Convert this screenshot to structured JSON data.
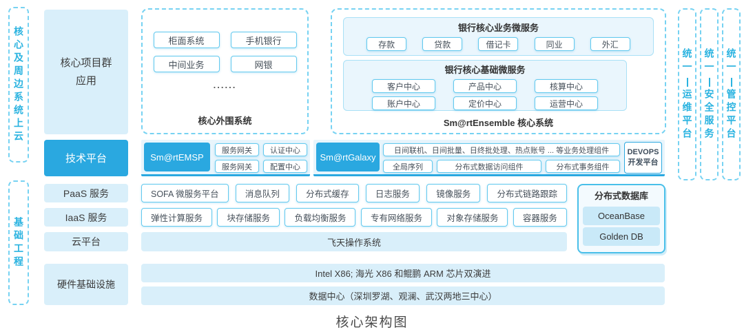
{
  "caption": "核心架构图",
  "colors": {
    "accent": "#2AA8E0",
    "light_fill": "#D9EFFA",
    "dashed_border": "#76D2F2",
    "rail_text": "#2BB3E0"
  },
  "left_rails": {
    "top": "核心及周边系统上云",
    "bottom": "基础工程"
  },
  "right_rails": [
    {
      "prefix": "统一",
      "label": "运维平台"
    },
    {
      "prefix": "统一",
      "label": "安全服务"
    },
    {
      "prefix": "统一",
      "label": "管控平台"
    }
  ],
  "side_column": {
    "apps": "核心项目群应用",
    "tech": "技术平台",
    "paas": "PaaS 服务",
    "iaas": "IaaS 服务",
    "cloud": "云平台",
    "hardware": "硬件基础设施"
  },
  "peripheral": {
    "label": "核心外围系统",
    "buttons": [
      "柜面系统",
      "手机银行",
      "中间业务",
      "网银"
    ],
    "ellipsis": "......"
  },
  "ensemble": {
    "label": "Sm@rtEnsemble 核心系统",
    "business": {
      "title": "银行核心业务微服务",
      "buttons": [
        "存款",
        "贷款",
        "借记卡",
        "同业",
        "外汇"
      ]
    },
    "base": {
      "title": "银行核心基础微服务",
      "buttons": [
        "客户中心",
        "产品中心",
        "核算中心",
        "账户中心",
        "定价中心",
        "运营中心"
      ]
    }
  },
  "tech_row": {
    "emsp": {
      "label": "Sm@rtEMSP",
      "buttons": [
        "服务网关",
        "认证中心",
        "服务网关",
        "配置中心"
      ]
    },
    "galaxy": {
      "label": "Sm@rtGalaxy",
      "wide_button": "日间联机、日间批量、日终批处理、热点账号 ... 等业务处理组件",
      "buttons": [
        "全局序列",
        "分布式数据访问组件",
        "分布式事务组件"
      ]
    },
    "devops": "DEVOPS 开发平台"
  },
  "paas_row": [
    "SOFA 微服务平台",
    "消息队列",
    "分布式缓存",
    "日志服务",
    "镜像服务",
    "分布式链路跟踪"
  ],
  "iaas_row": [
    "弹性计算服务",
    "块存储服务",
    "负载均衡服务",
    "专有网络服务",
    "对象存储服务",
    "容器服务"
  ],
  "cloud_row": "飞天操作系统",
  "database": {
    "title": "分布式数据库",
    "items": [
      "OceanBase",
      "Golden DB"
    ]
  },
  "hardware_rows": [
    "Intel X86; 海光 X86 和鲲鹏 ARM 芯片双演进",
    "数据中心（深圳罗湖、观澜、武汉两地三中心）"
  ]
}
